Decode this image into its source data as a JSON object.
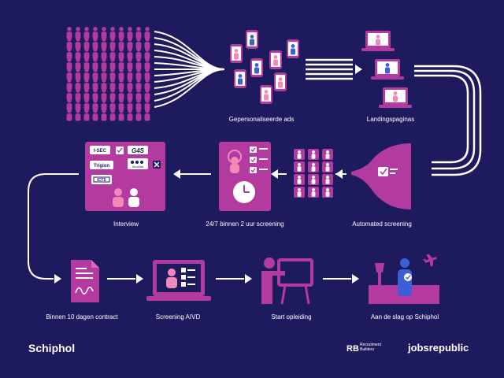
{
  "steps": {
    "ads": "Gepersonaliseerde ads",
    "landing": "Landingspaginas",
    "interview": "Interview",
    "screening24": "24/7 binnen 2 uur screening",
    "automated": "Automated screening",
    "contract": "Binnen 10 dagen contract",
    "aivd": "Screening AIVD",
    "opleiding": "Start opleiding",
    "aandeslag": "Aan de slag op Schiphol"
  },
  "company_logos": [
    "I-SEC",
    "G4S",
    "Trigion",
    "Securitas",
    "ICTS"
  ],
  "footer": {
    "schiphol": "Schiphol",
    "rb_mark": "RB",
    "rb_name_1": "Recruitment",
    "rb_name_2": "Builders",
    "jobsrepublic": "jobsrepublic"
  },
  "colors": {
    "background": "#1e1a5e",
    "magenta": "#b33a9e",
    "pink": "#f08ab8",
    "blue": "#3d5fd6",
    "white": "#ffffff"
  },
  "icons": [
    "crowd-icon",
    "phone-ad-icon",
    "laptop-icon",
    "funnel-icon",
    "candidate-grid-icon",
    "checklist-clock-icon",
    "company-logos-panel",
    "contract-icon",
    "video-screening-icon",
    "training-icon",
    "airport-icon",
    "airplane-icon"
  ]
}
